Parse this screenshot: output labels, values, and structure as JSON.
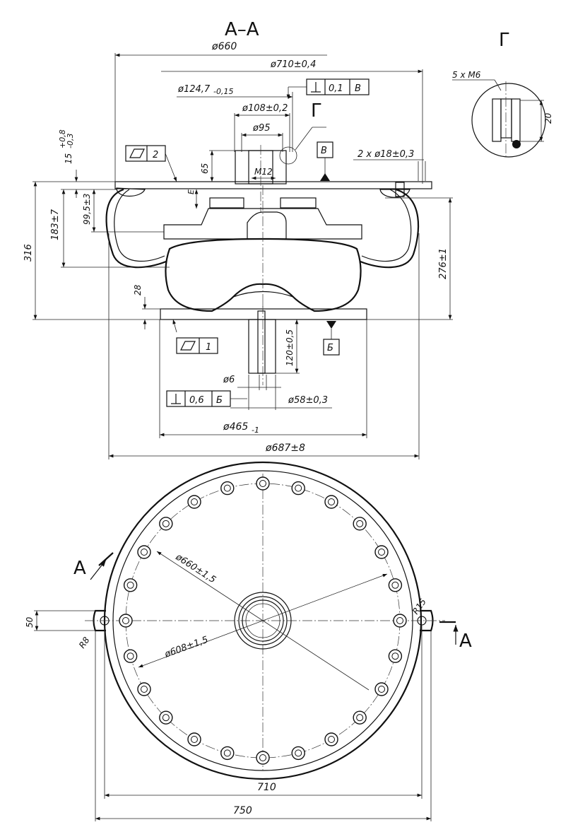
{
  "section_title": "А–А",
  "detail_title": "Г",
  "detail_label": "Г",
  "datum_labels": {
    "v": "В",
    "b": "Б"
  },
  "section_marks": {
    "left": "А",
    "right": "А"
  },
  "dimensions": {
    "d660": "ø660",
    "d710": "ø710±0,4",
    "d124": "ø124,7",
    "d124_tol": "-0,15",
    "d108": "ø108±0,2",
    "d95": "ø95",
    "m12": "M12",
    "holes": "2 x ø18±0,3",
    "h65": "65",
    "h15": "15",
    "h15_tol_top": "+0,8",
    "h15_tol_bot": "-0,3",
    "h316": "316",
    "h183": "183±7",
    "h99": "99,5±3",
    "h276": "276±1",
    "h28": "28",
    "h120": "120±0,5",
    "d6": "ø6",
    "d58": "ø58±0,3",
    "d465": "ø465",
    "d465_tol": "-1",
    "d687": "ø687±8",
    "small_e": "E",
    "m6": "5 x M6",
    "d20": "20",
    "pcd660": "ø660±1,5",
    "pcd608": "ø608±1,5",
    "r15": "R15",
    "r8": "R8",
    "h50": "50",
    "w710": "710",
    "w750": "750"
  },
  "frames": {
    "flat2": {
      "value": "2"
    },
    "flat1": {
      "value": "1"
    },
    "perp_top": {
      "value": "0,1",
      "datum": "В"
    },
    "perp_bottom": {
      "value": "0,6",
      "datum": "Б"
    }
  }
}
